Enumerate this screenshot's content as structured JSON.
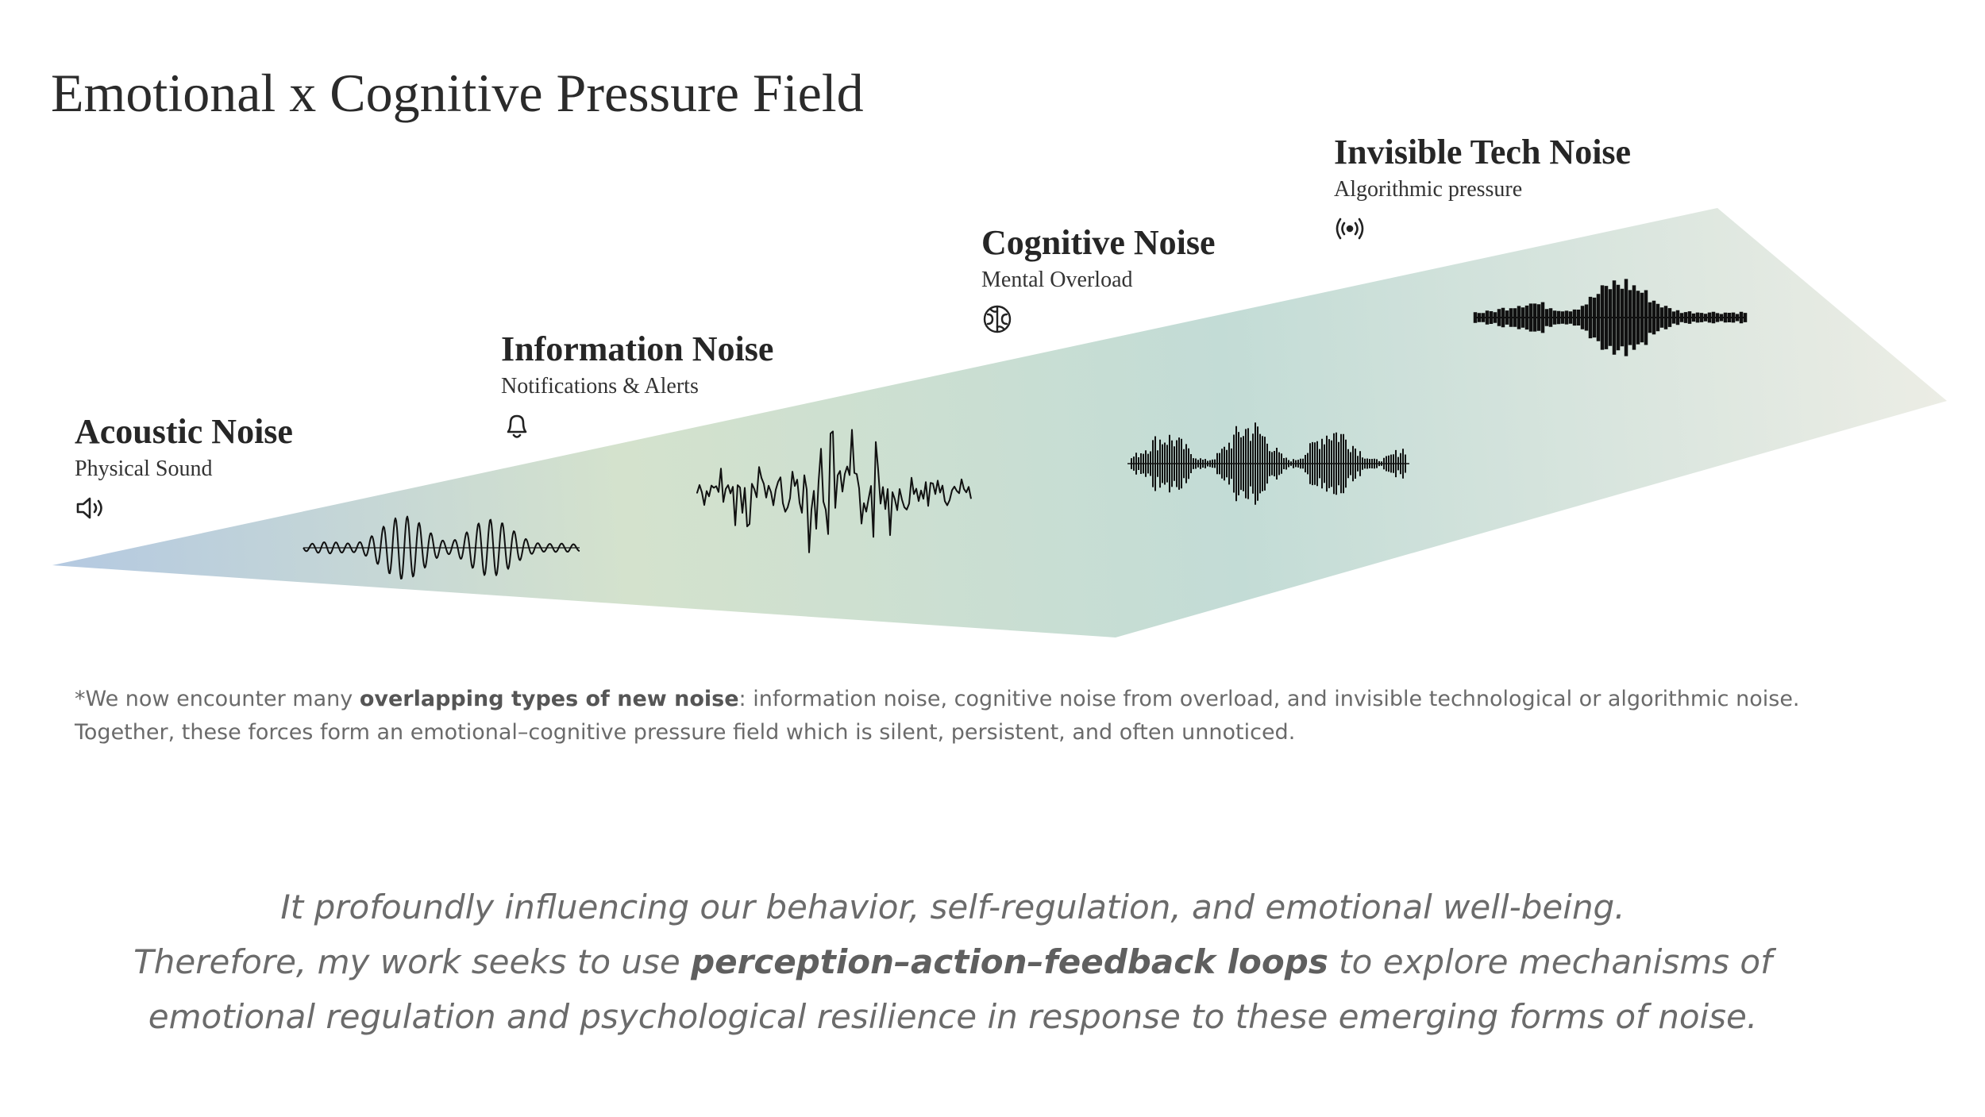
{
  "title": "Emotional x Cognitive Pressure Field",
  "noise_types": [
    {
      "name": "Acoustic Noise",
      "subtitle": "Physical Sound",
      "icon": "speaker-icon",
      "waveform": "low-frequency sine oscillation"
    },
    {
      "name": "Information Noise",
      "subtitle": "Notifications & Alerts",
      "icon": "bell-icon",
      "waveform": "irregular spiky signal"
    },
    {
      "name": "Cognitive Noise",
      "subtitle": "Mental Overload",
      "icon": "brain-icon",
      "waveform": "dense high-frequency bursts"
    },
    {
      "name": "Invisible Tech Noise",
      "subtitle": "Algorithmic pressure",
      "icon": "broadcast-icon",
      "waveform": "thick digital amplitude blocks"
    }
  ],
  "field_gradient_colors": [
    "#b4c9e1",
    "#d4e2cd",
    "#c3dcd6",
    "#ecede5"
  ],
  "footnote": {
    "part1": "*We now encounter many ",
    "bold": "overlapping types of new noise",
    "part2": ": information noise, cognitive noise from overload, and invisible technological or algorithmic noise.",
    "line2": "Together, these forces form an emotional–cognitive pressure field which is silent, persistent, and often unnoticed."
  },
  "conclusion": {
    "line1": "It profoundly influencing our behavior, self-regulation, and emotional well-being.",
    "line2_part1": "Therefore, my work seeks to use ",
    "line2_bold": "perception–action–feedback loops",
    "line2_part2": " to explore mechanisms of",
    "line3": "emotional regulation and psychological resilience in response to these emerging forms of noise."
  }
}
